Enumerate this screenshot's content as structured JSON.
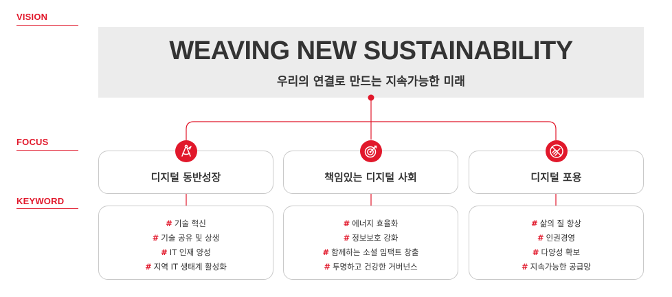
{
  "colors": {
    "accent": "#e1182b",
    "text": "#333333",
    "vision_bg": "#ececec",
    "border": "#c9c9c9"
  },
  "labels": {
    "vision": "VISION",
    "focus": "FOCUS",
    "keyword": "KEYWORD"
  },
  "vision": {
    "title": "WEAVING NEW SUSTAINABILITY",
    "subtitle": "우리의 연결로 만드는 지속가능한 미래"
  },
  "keyword_marker": "#",
  "columns": [
    {
      "focus": "디지털 동반성장",
      "icon": "growth-compass-icon",
      "keywords": [
        "기술 혁신",
        "기술 공유 및 상생",
        "IT 인재 양성",
        "지역 IT 생태계 활성화"
      ]
    },
    {
      "focus": "책임있는 디지털 사회",
      "icon": "target-icon",
      "keywords": [
        "에너지 효율화",
        "정보보호 강화",
        "함께하는 소셜 임팩트 창출",
        "투명하고 건강한 거버넌스"
      ]
    },
    {
      "focus": "디지털 포용",
      "icon": "handshake-icon",
      "keywords": [
        "삶의 질 향상",
        "인권경영",
        "다양성 확보",
        "지속가능한 공급망"
      ]
    }
  ]
}
